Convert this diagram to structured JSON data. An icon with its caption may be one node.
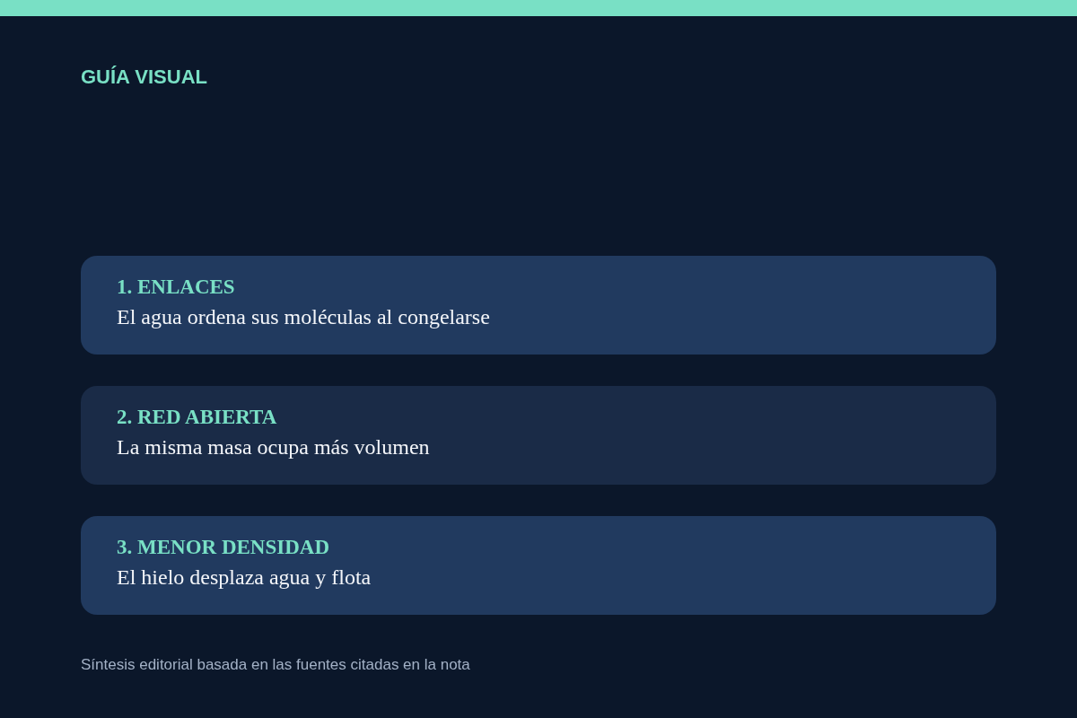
{
  "diagram": {
    "title": "GUÍA VISUAL",
    "nodes": [
      {
        "text": [
          "1. ENLACES",
          "El agua ordena sus moléculas al congelarse"
        ]
      },
      {
        "text": [
          "2. RED ABIERTA",
          "La misma masa ocupa más volumen"
        ]
      },
      {
        "text": [
          "3. MENOR DENSIDAD",
          "El hielo desplaza agua y flota"
        ]
      }
    ],
    "caption": "Síntesis editorial basada en las fuentes citadas en la nota"
  }
}
